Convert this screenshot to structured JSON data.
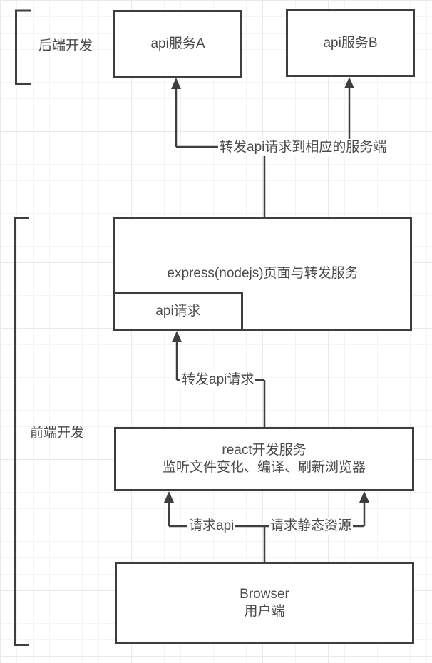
{
  "groups": {
    "backend": {
      "label": "后端开发"
    },
    "frontend": {
      "label": "前端开发"
    }
  },
  "nodes": {
    "api_service_a": {
      "label": "api服务A"
    },
    "api_service_b": {
      "label": "api服务B"
    },
    "express": {
      "label": "express(nodejs)页面与转发服务"
    },
    "api_request": {
      "label": "api请求"
    },
    "react_dev": {
      "title": "react开发服务",
      "subtitle": "监听文件变化、编译、刷新浏览器"
    },
    "browser": {
      "title": "Browser",
      "subtitle": "用户端"
    }
  },
  "edges": {
    "forward_to_services": {
      "label": "转发api请求到相应的服务端"
    },
    "forward_api": {
      "label": "转发api请求"
    },
    "request_api": {
      "label": "请求api"
    },
    "request_static": {
      "label": "请求静态资源"
    }
  },
  "colors": {
    "stroke": "#3e3e3e",
    "text": "#4a4a4a",
    "background": "#ffffff",
    "grid_minor": "#f4f4f4",
    "grid_major": "#e9e9e9"
  }
}
